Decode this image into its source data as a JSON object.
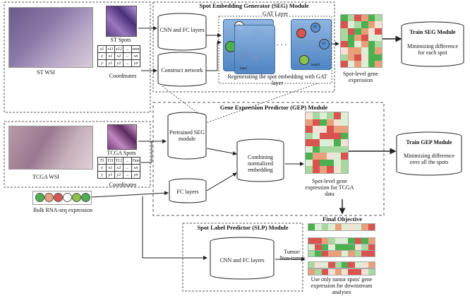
{
  "figure": {
    "st_wsi_label": "ST WSI",
    "tcga_wsi_label": "TCGA WSI",
    "st_spots_label": "ST Spots",
    "tcga_spots_label": "TCGA Spots",
    "coordinates_label": "Coordinates",
    "seg_module_title": "Spot Embedding Generator (SEG) Module",
    "gep_module_title": "Gene Expression Predictor (GEP) Module",
    "slp_module_title": "Spot Label Predictor (SLP) Module",
    "gat_layer_label": "GAT Layer",
    "cnn_fc_label": "CNN and FC layers",
    "construct_network_label": "Construct network",
    "regen_label": "Regenerating the spot embedding with GAT layer",
    "spot_level_gene_label": "Spot-level gene expression",
    "train_seg_label": "Train SEG Module",
    "min_each_spot_label": "Minimizing difference for each spot",
    "pretrained_seg_label": "Pretrained SEG module",
    "combining_label": "Combining normalized embedding",
    "fc_layers_label": "FC layers",
    "tcga_gene_label": "Spot-level gene expression for TCGA data",
    "train_gep_label": "Train GEP Module",
    "min_all_spots_label": "Minimizing difference over all the spots",
    "bulk_label": "Bulk RNA-seq expression",
    "slp_cnn_label": "CNN and FC layers",
    "tumor_label": "Tumor/ Non-tumor",
    "final_objective_label": "Final Objective",
    "final_note_label": "Use only tumor spots' gene expression for downstream analyses",
    "st_matrix": [
      [
        "x1",
        "x11",
        "x12",
        "...",
        "xnm"
      ],
      [
        "x",
        "x1",
        "x2",
        "...",
        "xn"
      ],
      [
        "y",
        "y1",
        "y2",
        "...",
        "yn"
      ]
    ],
    "tcga_matrix": [
      [
        "T1",
        "T11",
        "T12",
        "...",
        "Tnm"
      ],
      [
        "x",
        "x1",
        "x2",
        "...",
        "xn"
      ],
      [
        "y",
        "y1",
        "y2",
        "...",
        "yn"
      ]
    ],
    "gat_node_labels": {
      "x1": "x1",
      "x2": "x2",
      "x3": "x3",
      "x5": "x5",
      "x6": "x6",
      "x1b": "x1",
      "x2b": "x2",
      "x3b": "x3",
      "x6b": "x6",
      "x7b": "x7",
      "node_text_a": "hend",
      "node_text_b": "hend3"
    },
    "ellipsis": "· · ·",
    "colors": {
      "heat_red": "#d9534f",
      "heat_orange": "#e8a07a",
      "heat_green": "#4caf50",
      "heat_light_green": "#a8d8a0",
      "heat_pale": "#f3e2d4",
      "heat_pale_green": "#dcefd4",
      "gat_blue": "#5b8fcf",
      "dashed": "#555555"
    },
    "bulk_dot_colors": [
      "#4caf50",
      "#e8a07a",
      "#d9534f",
      "#ffffff",
      "#8bc34a",
      "#4caf50"
    ]
  }
}
